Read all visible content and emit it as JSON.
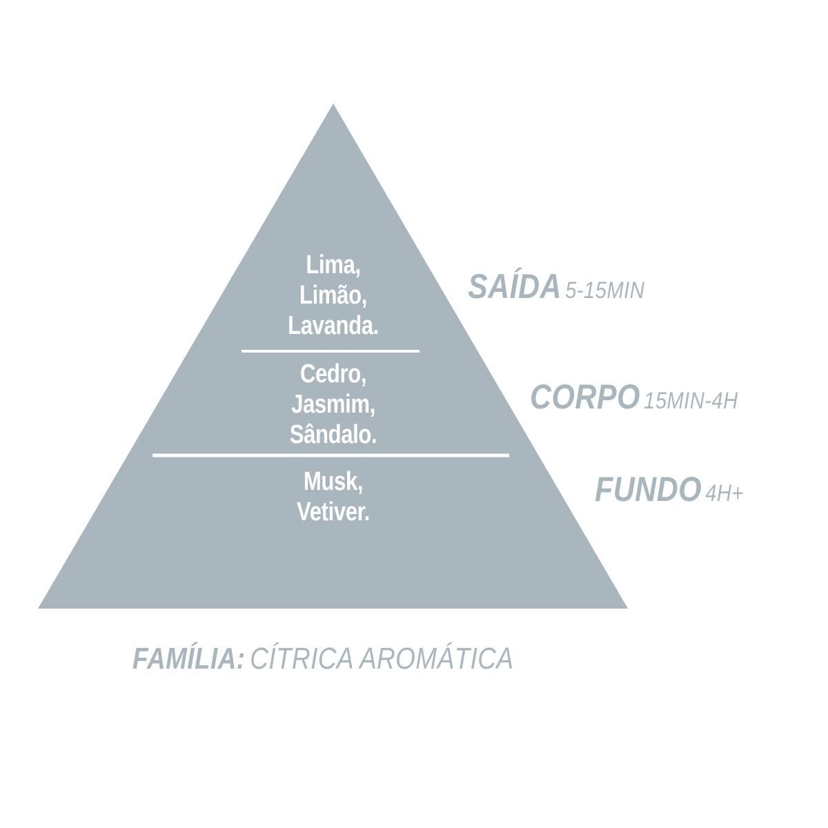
{
  "colors": {
    "pyramid_fill": "#a9b6bd",
    "divider": "#ffffff",
    "note_text": "#ffffff",
    "label_text": "#a9b6bd"
  },
  "pyramid": {
    "top_notes": [
      "Lima,",
      "Limão,",
      "Lavanda."
    ],
    "middle_notes": [
      "Cedro,",
      "Jasmim,",
      "Sândalo."
    ],
    "base_notes": [
      "Musk,",
      "Vetiver."
    ]
  },
  "tiers": {
    "saida": {
      "name": "SAÍDA",
      "duration": "5-15MIN"
    },
    "corpo": {
      "name": "CORPO",
      "duration": "15MIN-4H"
    },
    "fundo": {
      "name": "FUNDO",
      "duration": "4H+"
    }
  },
  "family": {
    "key": "FAMÍLIA:",
    "value": "CÍTRICA AROMÁTICA"
  }
}
